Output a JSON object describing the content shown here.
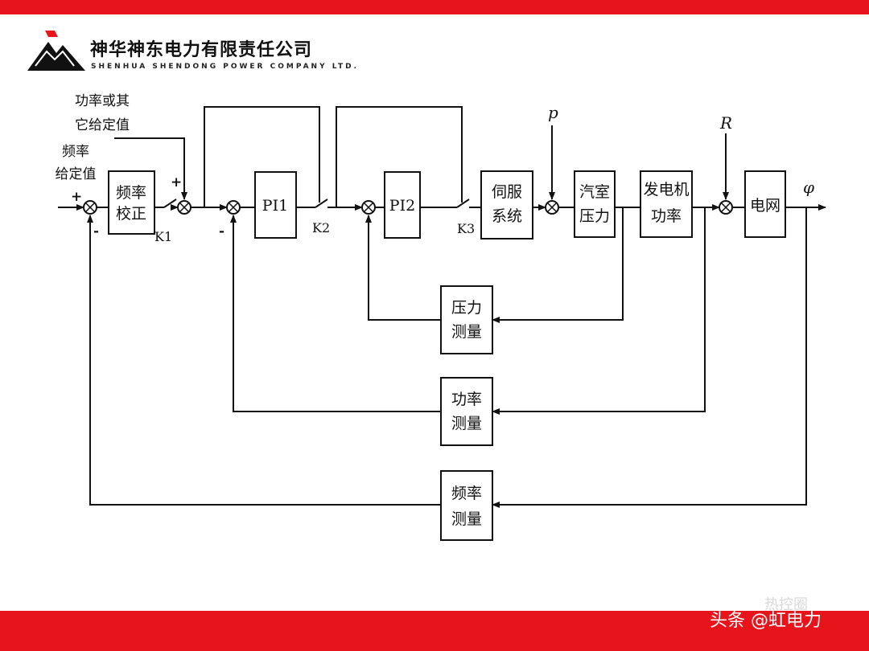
{
  "header": {
    "company_cn": "神华神东电力有限责任公司",
    "company_en": "SHENHUA SHENDONG POWER COMPANY LTD."
  },
  "colors": {
    "accent_red": "#e8141c",
    "line": "#1a1a1a"
  },
  "diagram": {
    "inputs": {
      "power_setpoint": [
        "功率或其",
        "它给定值"
      ],
      "freq_setpoint": [
        "频率",
        "给定值"
      ],
      "pressure_disturbance": "p",
      "load_disturbance": "R",
      "output": "φ"
    },
    "signs": {
      "plus_1": "+",
      "minus_1": "-",
      "plus_2": "+",
      "minus_2": "-"
    },
    "blocks": {
      "freq_correction": [
        "频率",
        "校正"
      ],
      "pi1": "PI1",
      "pi2": "PI2",
      "servo": [
        "伺服",
        "系统"
      ],
      "chamber_pressure": [
        "汽室",
        "压力"
      ],
      "gen_power": [
        "发电机",
        "功率"
      ],
      "grid": "电网",
      "pressure_measure": [
        "压力",
        "测量"
      ],
      "power_measure": [
        "功率",
        "测量"
      ],
      "freq_measure": [
        "频率",
        "测量"
      ]
    },
    "switches": {
      "k1": "K1",
      "k2": "K2",
      "k3": "K3"
    }
  },
  "footer": {
    "watermark": "热控圈",
    "credit": "头条 @虹电力"
  }
}
